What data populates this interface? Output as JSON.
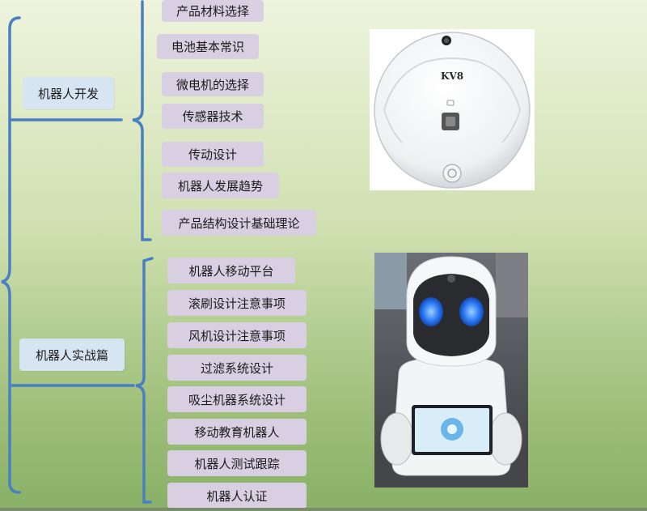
{
  "categories": [
    {
      "label": "机器人开发"
    },
    {
      "label": "机器人实战篇"
    }
  ],
  "dev_items": [
    "产品材料选择",
    "电池基本常识",
    "微电机的选择",
    "传感器技术",
    "传动设计",
    "机器人发展趋势",
    "产品结构设计基础理论"
  ],
  "practice_items": [
    "机器人移动平台",
    "滚刷设计注意事项",
    "风机设计注意事项",
    "过滤系统设计",
    "吸尘机器系统设计",
    "移动教育机器人",
    "机器人测试跟踪",
    "机器人认证"
  ],
  "images": {
    "vacuum": {
      "brand_text": "KV8"
    },
    "robot": {}
  },
  "colors": {
    "bracket": "#4a7fc1",
    "category_box": "#d7e4f2",
    "item_box": "#d8cfe3"
  }
}
